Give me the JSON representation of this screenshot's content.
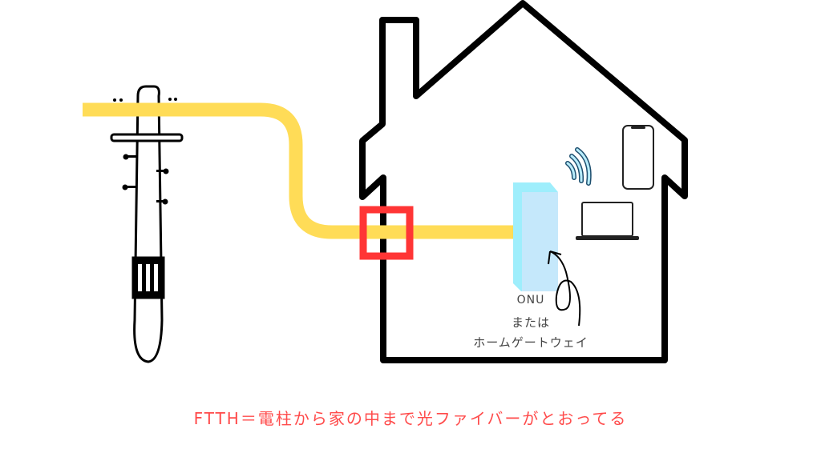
{
  "labels": {
    "device_line1": "ONU",
    "device_line2": "または",
    "device_line3": "ホームゲートウェイ"
  },
  "caption": "FTTH＝電柱から家の中まで光ファイバーがとおってる",
  "colors": {
    "fiber": "#ffdc57",
    "entry_marker": "#ff3535",
    "onu_front": "#c5e8fb",
    "onu_side": "#9eeefc",
    "caption": "#ff4b4b"
  }
}
